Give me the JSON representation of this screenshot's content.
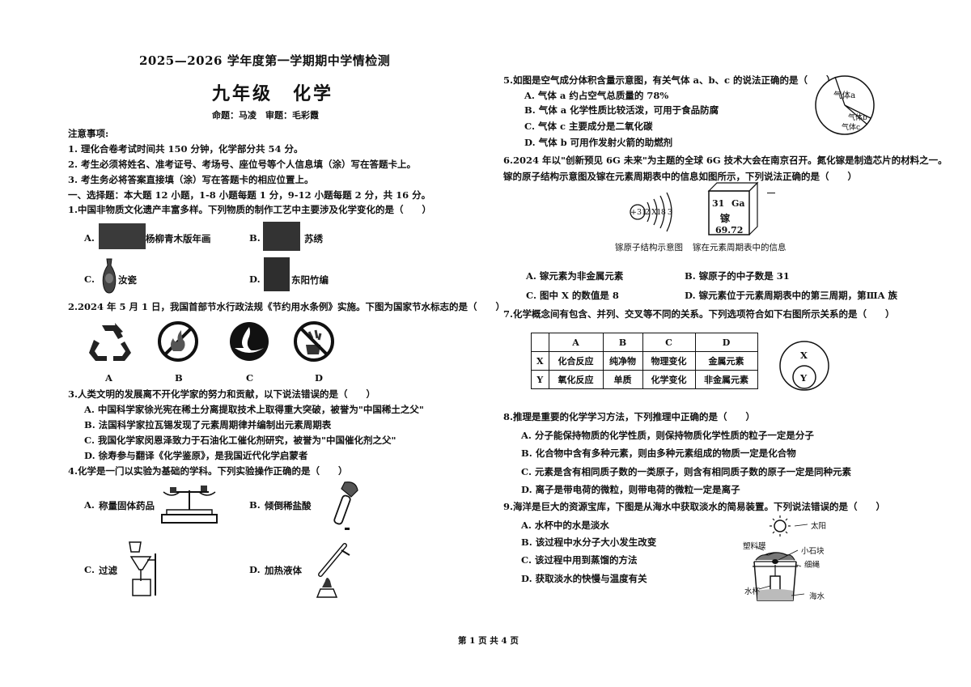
{
  "header": {
    "title": "2025—2026 学年度第一学期期中学情检测",
    "subject": "九年级　化学",
    "authors": "命题：马凌　审题：毛彩霞"
  },
  "notes": {
    "heading": "注意事项:",
    "items": [
      "1. 理化合卷考试时间共 150 分钟，化学部分共 54 分。",
      "2. 考生必须将姓名、准考证号、考场号、座位号等个人信息填（涂）写在答题卡上。",
      "3. 考生务必将答案直接填（涂）写在答题卡的相应位置上。"
    ]
  },
  "section1": "一、选择题：本大题 12 小题，1-8 小题每题 1 分，9-12 小题每题 2 分，共 16 分。",
  "q1": {
    "stem": "1.中国非物质文化遗产丰富多样。下列物质的制作工艺中主要涉及化学变化的是（　　）",
    "options": [
      {
        "letter": "A.",
        "text": "杨柳青木版年画"
      },
      {
        "letter": "B.",
        "text": "苏绣"
      },
      {
        "letter": "C.",
        "text": "汝瓷"
      },
      {
        "letter": "D.",
        "text": "东阳竹编"
      }
    ]
  },
  "q2": {
    "stem": "2.2024 年 5 月 1 日，我国首部节水行政法规《节约用水条例》实施。下图为国家节水标志的是（　　）",
    "labels": [
      "A",
      "B",
      "C",
      "D"
    ]
  },
  "q3": {
    "stem": "3.人类文明的发展离不开化学家的努力和贡献，以下说法错误的是（　　）",
    "options": [
      "A. 中国科学家徐光宪在稀土分离提取技术上取得重大突破，被誉为\"中国稀土之父\"",
      "B. 法国科学家拉瓦锡发现了元素周期律并编制出元素周期表",
      "C. 我国化学家闵恩泽致力于石油化工催化剂研究，被誉为\"中国催化剂之父\"",
      "D. 徐寿参与翻译《化学鉴原》，是我国近代化学启蒙者"
    ]
  },
  "q4": {
    "stem": "4.化学是一门以实验为基础的学科。下列实验操作正确的是（　　）",
    "options": [
      {
        "letter": "A.",
        "text": "称量固体药品"
      },
      {
        "letter": "B.",
        "text": "倾倒稀盐酸"
      },
      {
        "letter": "C.",
        "text": "过滤"
      },
      {
        "letter": "D.",
        "text": "加热液体"
      }
    ]
  },
  "q5": {
    "stem": "5.如图是空气成分体积含量示意图，有关气体 a、b、c 的说法正确的是（　　）",
    "options": [
      "A. 气体 a 约占空气总质量的 78%",
      "B. 气体 a 化学性质比较活泼，可用于食品防腐",
      "C. 气体 c 主要成分是二氧化碳",
      "D. 气体 b 可用作发射火箭的助燃剂"
    ],
    "pie_labels": [
      "气体a",
      "气体b",
      "气体c"
    ]
  },
  "q6": {
    "stem1": "6.2024 年以\"创新预见 6G 未来\"为主题的全球 6G 技术大会在南京召开。氮化镓是制造芯片的材料之一。",
    "stem2": "镓的原子结构示意图及镓在元素周期表中的信息如图所示，下列说法正确的是（　　）",
    "atom_text": "+31",
    "shells": "2 X18 3",
    "cell": {
      "number": "31",
      "symbol": "Ga",
      "name": "镓",
      "mass": "69.72"
    },
    "caption_atom": "镓原子结构示意图",
    "caption_cell": "镓在元素周期表中的信息",
    "options": [
      "A. 镓元素为非金属元素",
      "B. 镓原子的中子数是 31",
      "C. 图中 X 的数值是 8",
      "D. 镓元素位于元素周期表中的第三周期，第ⅢA 族"
    ]
  },
  "q7": {
    "stem": "7.化学概念间有包含、并列、交叉等不同的关系。下列选项符合如下右图所示关系的是（　　）",
    "table": {
      "head": [
        "",
        "A",
        "B",
        "C",
        "D"
      ],
      "rows": [
        [
          "X",
          "化合反应",
          "纯净物",
          "物理变化",
          "金属元素"
        ],
        [
          "Y",
          "氧化反应",
          "单质",
          "化学变化",
          "非金属元素"
        ]
      ]
    },
    "venn": [
      "X",
      "Y"
    ]
  },
  "q8": {
    "stem": "8.推理是重要的化学学习方法，下列推理中正确的是（　　）",
    "options": [
      "A. 分子能保持物质的化学性质，则保持物质化学性质的粒子一定是分子",
      "B. 化合物中含有多种元素，则由多种元素组成的物质一定是化合物",
      "C. 元素是含有相同质子数的一类原子，则含有相同质子数的原子一定是同种元素",
      "D. 离子是带电荷的微粒，则带电荷的微粒一定是离子"
    ]
  },
  "q9": {
    "stem": "9.海洋是巨大的资源宝库，下图是从海水中获取淡水的简易装置。下列说法错误的是（　　）",
    "options": [
      "A. 水杯中的水是淡水",
      "B. 该过程中水分子大小发生改变",
      "C. 该过程中用到蒸馏的方法",
      "D. 获取淡水的快慢与温度有关"
    ],
    "labels": {
      "sun": "太阳",
      "film": "塑料膜",
      "stone": "小石块",
      "rope": "细绳",
      "cup": "水杯",
      "sea": "海水"
    }
  },
  "footer": "第 1 页 共 4 页"
}
